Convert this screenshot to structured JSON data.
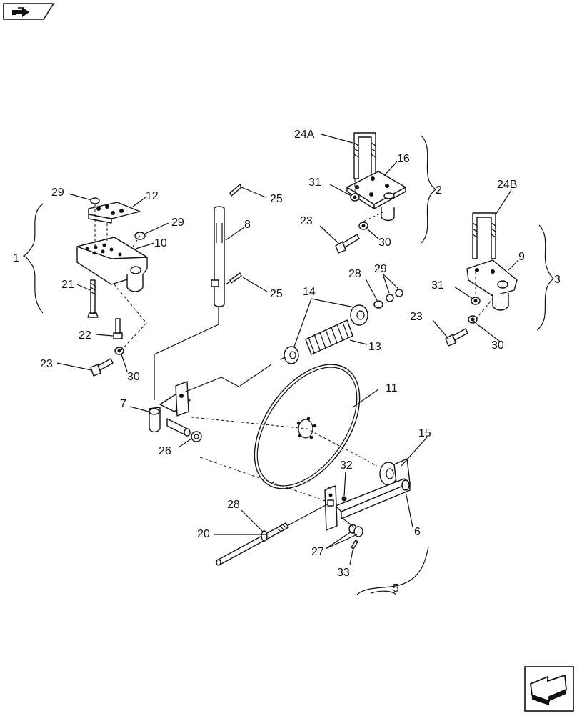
{
  "nav": {
    "back_icon": "return-arrow-icon",
    "next_icon": "next-page-arrow-icon"
  },
  "callouts": {
    "n1": "1",
    "n2": "2",
    "n3": "3",
    "n5": "5",
    "n6": "6",
    "n7": "7",
    "n8": "8",
    "n9": "9",
    "n10": "10",
    "n11": "11",
    "n12": "12",
    "n13": "13",
    "n14": "14",
    "n15": "15",
    "n16": "16",
    "n20": "20",
    "n21": "21",
    "n22": "22",
    "n23a": "23",
    "n23b": "23",
    "n23c": "23",
    "n24a": "24A",
    "n24b": "24B",
    "n25a": "25",
    "n25b": "25",
    "n26": "26",
    "n27": "27",
    "n28a": "28",
    "n28b": "28",
    "n29a": "29",
    "n29b": "29",
    "n29c": "29",
    "n30a": "30",
    "n30b": "30",
    "n30c": "30",
    "n31a": "31",
    "n31b": "31",
    "n32": "32",
    "n33": "33"
  }
}
